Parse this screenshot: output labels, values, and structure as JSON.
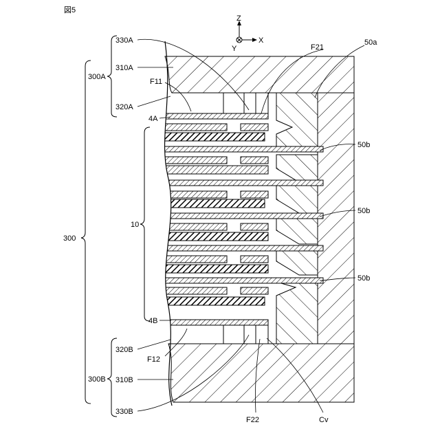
{
  "figure": {
    "title": "図5",
    "axes": {
      "z": "Z",
      "x": "X",
      "y": "Y"
    },
    "labels": {
      "l300": "300",
      "l300A": "300A",
      "l300B": "300B",
      "l330A": "330A",
      "l310A": "310A",
      "l320A": "320A",
      "lF11": "F11",
      "l4A": "4A",
      "l10": "10",
      "l4B": "4B",
      "l320B": "320B",
      "lF12": "F12",
      "l310B": "310B",
      "l330B": "330B",
      "lF21": "F21",
      "l50a": "50a",
      "l50b1": "50b",
      "l50b2": "50b",
      "l50b3": "50b",
      "lF22": "F22",
      "lCv": "Cv"
    }
  }
}
